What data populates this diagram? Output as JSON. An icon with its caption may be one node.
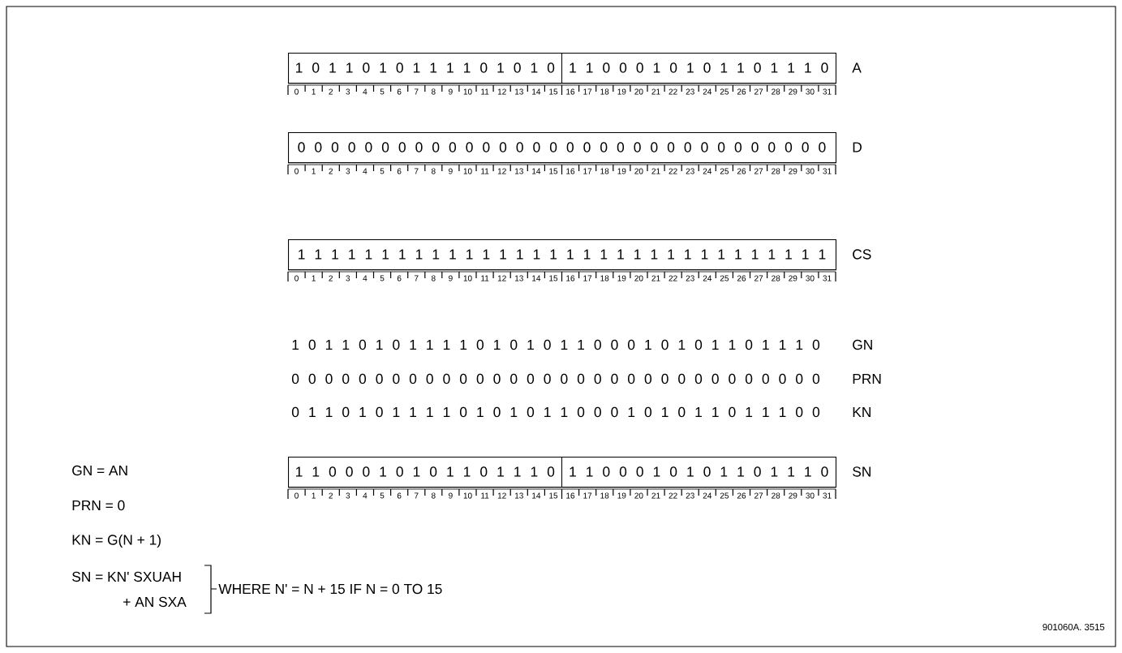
{
  "diagram": {
    "nodes": [
      {
        "text": [
          "1 0 1 1 0 1 0 1 1 1 1 0 1 0 1 0",
          "1 1 0 0 0 1 0 1 0 1 1 0 1 1 1 0"
        ],
        "beside": [
          "A"
        ]
      },
      {
        "text": [
          "0 0 0 0 0 0 0 0 0 0 0 0 0 0 0 0 0 0 0 0 0 0 0 0 0 0 0 0 0 0 0 0"
        ],
        "beside": [
          "D"
        ]
      },
      {
        "text": [
          "1 1 1 1 1 1 1 1 1 1 1 1 1 1 1 1 1 1 1 1 1 1 1 1 1 1 1 1 1 1 1 1"
        ],
        "beside": [
          "CS"
        ]
      },
      {
        "text": [
          "1 1 0 0 0 1 0 1 0 1 1 0 1 1 1 0",
          "1 1 0 0 0 1 0 1 0 1 1 0 1 1 1 0"
        ],
        "beside": [
          "SN"
        ]
      }
    ],
    "labels": [
      "0",
      "1",
      "2",
      "3",
      "4",
      "5",
      "6",
      "7",
      "8",
      "9",
      "10",
      "11",
      "12",
      "13",
      "14",
      "15",
      "16",
      "17",
      "18",
      "19",
      "20",
      "21",
      "22",
      "23",
      "24",
      "25",
      "26",
      "27",
      "28",
      "29",
      "30",
      "31",
      "0",
      "1",
      "2",
      "3",
      "4",
      "5",
      "6",
      "7",
      "8",
      "9",
      "10",
      "11",
      "12",
      "13",
      "14",
      "15",
      "16",
      "17",
      "18",
      "19",
      "20",
      "21",
      "22",
      "23",
      "24",
      "25",
      "26",
      "27",
      "28",
      "29",
      "30",
      "31",
      "0",
      "1",
      "2",
      "3",
      "4",
      "5",
      "6",
      "7",
      "8",
      "9",
      "10",
      "11",
      "12",
      "13",
      "14",
      "15",
      "16",
      "17",
      "18",
      "19",
      "20",
      "21",
      "22",
      "23",
      "24",
      "25",
      "26",
      "27",
      "28",
      "29",
      "30",
      "31",
      "1 0 1 1 0 1 0 1 1 1 1 0 1 0 1 0 1 1 0 0 0 1 0 1 0 1 1 0 1 1 1 0",
      "GN",
      "0 0 0 0 0 0 0 0 0 0 0 0 0 0 0 0 0 0 0 0 0 0 0 0 0 0 0 0 0 0 0 0",
      "PRN",
      "0 1 1 0 1 0 1 1 1 1 0 1 0 1 0 1 1 0 0 0 1 0 1 0 1 1 0 1 1 1 0 0",
      "KN",
      "GN = AN",
      "0",
      "1",
      "2",
      "3",
      "4",
      "5",
      "6",
      "7",
      "8",
      "9",
      "10",
      "11",
      "12",
      "13",
      "14",
      "15",
      "16",
      "17",
      "18",
      "19",
      "20",
      "21",
      "22",
      "23",
      "24",
      "25",
      "26",
      "27",
      "28",
      "29",
      "30",
      "31",
      "PRN = 0",
      "KN = G(N + 1)",
      "SN = KN' SXUAH",
      "+ AN SXA",
      "WHERE N' = N + 15 IF N = 0 TO 15",
      "901060A. 3515"
    ]
  }
}
